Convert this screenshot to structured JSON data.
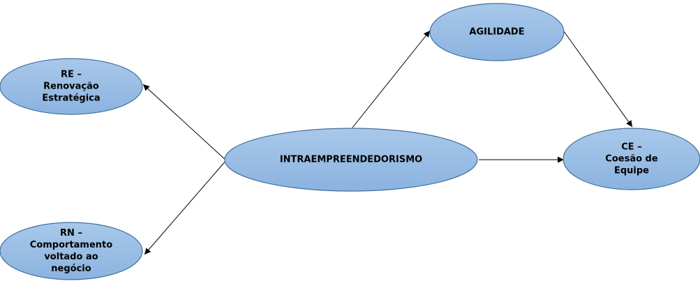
{
  "colors": {
    "node_fill_top": "#a9c8ea",
    "node_fill_bottom": "#8bb3e0",
    "node_stroke": "#41719c",
    "edge_stroke": "#000000"
  },
  "nodes": {
    "intra": {
      "lines": [
        "INTRAEMPREENDEDORISMO"
      ]
    },
    "agilidade": {
      "lines": [
        "AGILIDADE"
      ]
    },
    "re": {
      "lines": [
        "RE –",
        "Renovação",
        "Estratégica"
      ]
    },
    "rn": {
      "lines": [
        "RN –",
        "Comportamento",
        "voltado ao",
        "negócio"
      ]
    },
    "ce": {
      "lines": [
        "CE –",
        "Coesão de",
        "Equipe"
      ]
    }
  },
  "edges": [
    {
      "from": "intra",
      "to": "re"
    },
    {
      "from": "intra",
      "to": "rn"
    },
    {
      "from": "intra",
      "to": "agilidade"
    },
    {
      "from": "intra",
      "to": "ce"
    },
    {
      "from": "agilidade",
      "to": "ce"
    }
  ]
}
